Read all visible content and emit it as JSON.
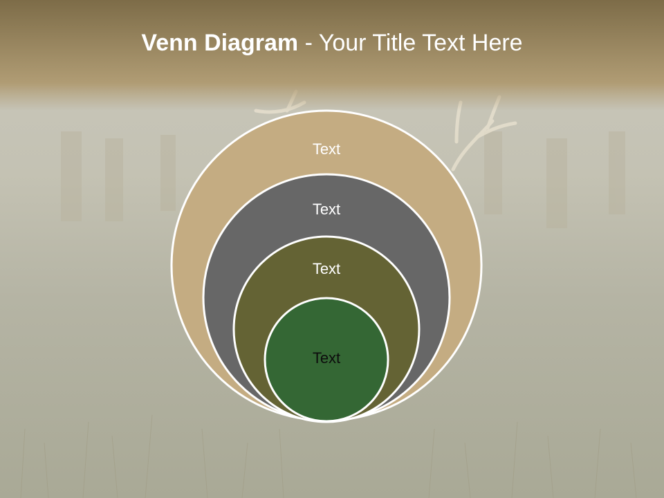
{
  "slide": {
    "title_bold": "Venn Diagram",
    "title_rest": " - Your Title Text Here"
  },
  "colors": {
    "header_top": "#7d6c48",
    "header_bottom": "#b3a07a",
    "field_light": "#c3c2b7",
    "field_dark": "#a4a594",
    "circle_outer": "#c4ac82",
    "circle_second": "#676767",
    "circle_third": "#646334",
    "circle_inner": "#346734",
    "stroke": "#ffffff"
  },
  "diagram": {
    "circles": [
      {
        "label": "Text",
        "fill": "#c4ac82",
        "label_color": "#ffffff"
      },
      {
        "label": "Text",
        "fill": "#676767",
        "label_color": "#ffffff"
      },
      {
        "label": "Text",
        "fill": "#646334",
        "label_color": "#ffffff"
      },
      {
        "label": "Text",
        "fill": "#346734",
        "label_color": "#0d0d0d"
      }
    ]
  }
}
